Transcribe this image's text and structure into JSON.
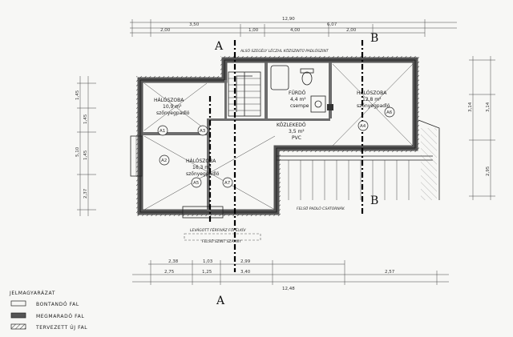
{
  "title": "",
  "dimensions_top": {
    "overall": "12,90",
    "segments": [
      "3,50",
      "6,07"
    ],
    "fine": [
      "2,00",
      "1,00",
      "4,00",
      "2,00"
    ]
  },
  "dimensions_bottom": {
    "segments_1": [
      "2,38",
      "1,03",
      "2,99"
    ],
    "segments_2": [
      "2,75",
      "1,25",
      "3,40",
      "2,57"
    ],
    "overall": "12,48"
  },
  "dimensions_left": [
    "1,45",
    "1,45",
    "5,10",
    "1,45",
    "2,37"
  ],
  "dimensions_right": [
    "3,14",
    "3,14",
    "2,95"
  ],
  "rooms": [
    {
      "name": "HÁLÓSZOBA",
      "area": "10,9 m²",
      "floor": "szőnyegpadló"
    },
    {
      "name": "FÜRDŐ",
      "area": "4,4 m²",
      "floor": "csempe"
    },
    {
      "name": "HÁLÓSZOBA",
      "area": "12,8 m²",
      "floor": "szőnyegpadló"
    },
    {
      "name": "KÖZLEKEDŐ",
      "area": "3,5 m²",
      "floor": "PVC"
    },
    {
      "name": "HÁLÓSZOBA",
      "area": "16,3 m²",
      "floor": "szőnyegpadló"
    }
  ],
  "notes": [
    "ALSÓ SZEGÉLY LÉCZHL KÖZSZINTŰ PADLÓSZINT",
    "FELSŐ PADLÓ CSATORNÁK",
    "LEVÁGOTT FÉRFIVÁZ FŐFÉLKÍV",
    "FELSŐ SZINT SZÁRNY"
  ],
  "section_marks": [
    "A",
    "A",
    "B",
    "B"
  ],
  "door_tags": [
    "A1",
    "A2",
    "A3",
    "A4",
    "A5",
    "A6",
    "A7"
  ],
  "corner_text": "",
  "legend": {
    "title": "JELMAGYARÁZAT",
    "items": [
      {
        "label": "BONTANDÓ FAL",
        "pattern": "empty"
      },
      {
        "label": "MEGMARADÓ FAL",
        "pattern": "solid"
      },
      {
        "label": "TERVEZETT ÚJ FAL",
        "pattern": "hatched"
      }
    ]
  }
}
